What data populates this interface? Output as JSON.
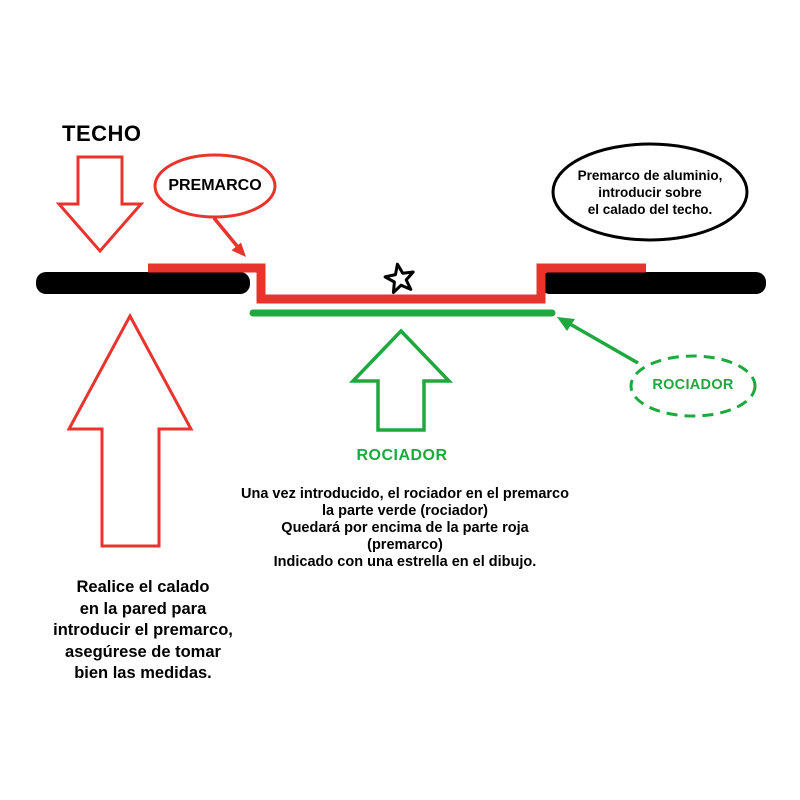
{
  "colors": {
    "red": "#e8342c",
    "green": "#1fa83e",
    "black": "#000000",
    "background": "#ffffff"
  },
  "labels": {
    "techo": "TECHO",
    "premarco": "PREMARCO",
    "rociador_arrow": "ROCIADOR",
    "rociador_bubble": "ROCIADOR"
  },
  "notes": {
    "aluminio": {
      "lines": [
        "Premarco de aluminio,",
        "introducir sobre",
        "el calado del techo."
      ]
    },
    "center": {
      "lines": [
        "Una vez introducido, el rociador en el premarco",
        "la parte verde (rociador)",
        "Quedará por encima de la parte roja",
        "(premarco)",
        "Indicado con una estrella en el dibujo."
      ]
    },
    "left": {
      "lines": [
        "Realice el calado",
        "en la pared para",
        "introducir el premarco,",
        "asegúrese de tomar",
        "bien las medidas."
      ]
    }
  },
  "icons": {
    "star": "☆ white five-point star with black outline marking rociador position"
  }
}
